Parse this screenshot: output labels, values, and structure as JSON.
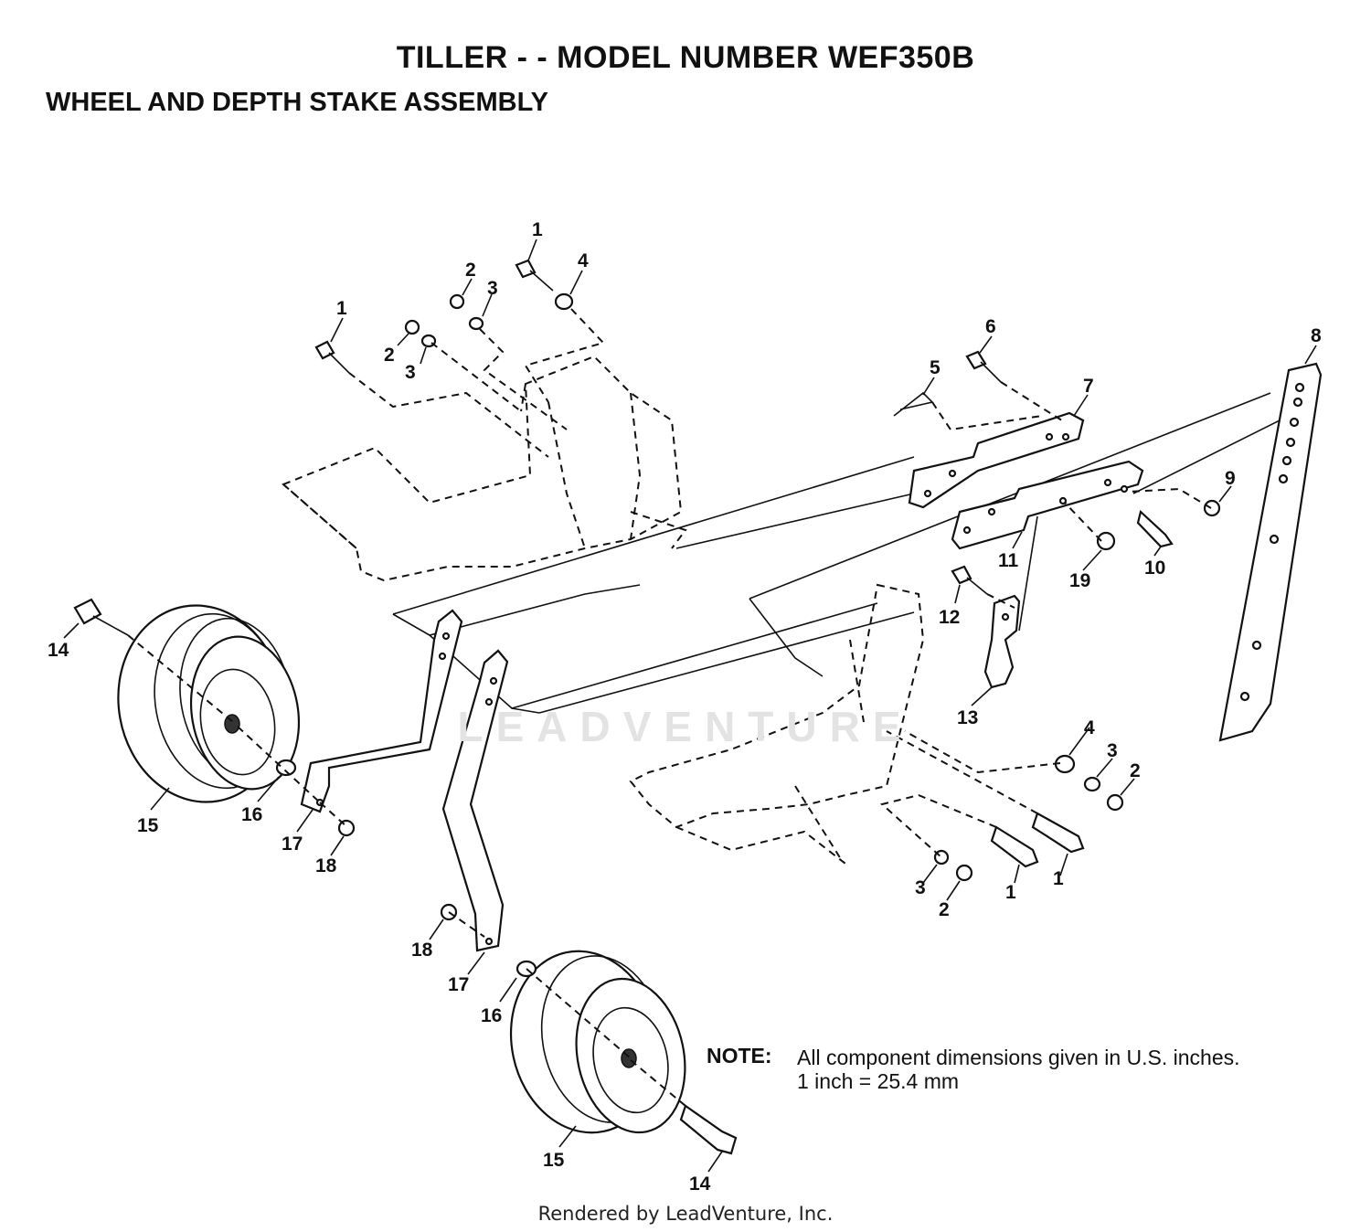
{
  "title": "TILLER - - MODEL NUMBER WEF350B",
  "subtitle": "WHEEL AND DEPTH STAKE ASSEMBLY",
  "note": {
    "label": "NOTE:",
    "line1": "All component dimensions given in U.S. inches.",
    "line2": "1 inch = 25.4 mm"
  },
  "footer": "Rendered by LeadVenture, Inc.",
  "watermark": "LEADVENTURE",
  "callouts": {
    "c1a": "1",
    "c4a": "4",
    "c2a": "2",
    "c3a": "3",
    "c1b": "1",
    "c2b": "2",
    "c3b": "3",
    "c6": "6",
    "c5": "5",
    "c7": "7",
    "c8": "8",
    "c9": "9",
    "c10": "10",
    "c11": "11",
    "c19": "19",
    "c12": "12",
    "c13": "13",
    "c14a": "14",
    "c15a": "15",
    "c16a": "16",
    "c17a": "17",
    "c18a": "18",
    "c4b": "4",
    "c3c": "3",
    "c2c": "2",
    "c1c": "1",
    "c1d": "1",
    "c3d": "3",
    "c2d": "2",
    "c18b": "18",
    "c17b": "17",
    "c16b": "16",
    "c15b": "15",
    "c14b": "14"
  }
}
